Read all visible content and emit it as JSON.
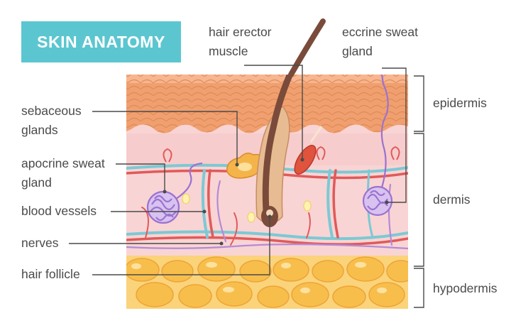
{
  "title": "SKIN ANATOMY",
  "labels": {
    "sebaceous": "sebaceous\nglands",
    "apocrine": "apocrine sweat\ngland",
    "blood": "blood vessels",
    "nerves": "nerves",
    "follicle": "hair follicle",
    "erector": "hair erector\nmuscle",
    "eccrine": "eccrine sweat\ngland",
    "epidermis": "epidermis",
    "dermis": "dermis",
    "hypodermis": "hypodermis"
  },
  "colors": {
    "title_bg": "#5cc6d0",
    "epidermis": "#f0a070",
    "dermis": "#f9d4d4",
    "hypodermis": "#fbd37a",
    "fat_cell": "#f8be4c",
    "blood_red": "#e05a5a",
    "blood_blue": "#7cc9d4",
    "nerve": "#b48ad6",
    "hair": "#7a4b3a",
    "muscle": "#e0533d"
  }
}
